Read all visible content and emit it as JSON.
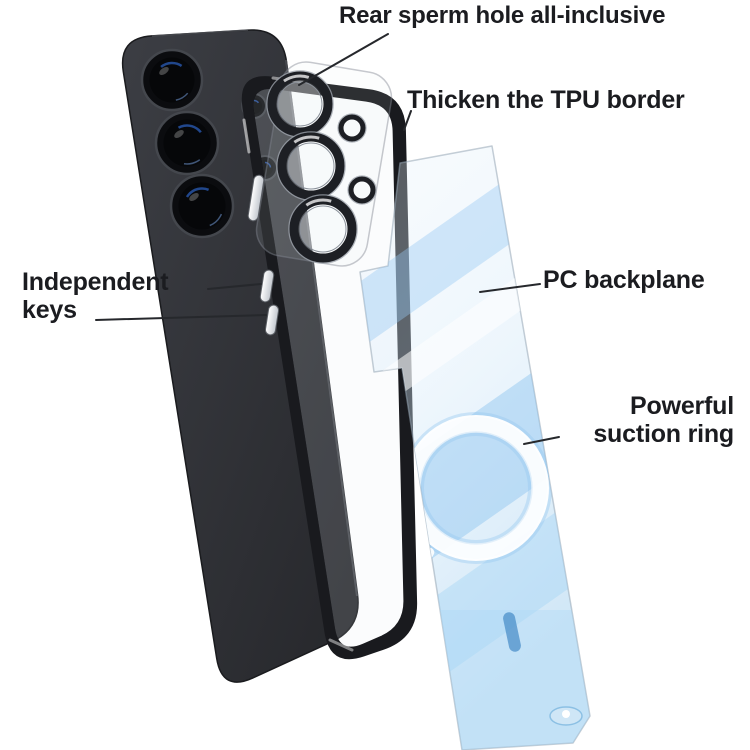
{
  "annotations": {
    "rear_hole": "Rear sperm hole all-inclusive",
    "tpu_border": "Thicken the TPU border",
    "independent_keys": {
      "line1": "Independent",
      "line2": "keys"
    },
    "pc_backplane": "PC backplane",
    "suction_ring": {
      "line1": "Powerful",
      "line2": "suction ring"
    }
  },
  "colors": {
    "background": "#ffffff",
    "label_text": "#1b1c20",
    "leader_line": "#26282c",
    "phone_body": "#2f3136",
    "case_border": "#191a1e",
    "lens_reflection_blue": "#2e62c4",
    "backplane_blue": "#8ec9ef",
    "suction_ring_white": "#ffffff"
  }
}
